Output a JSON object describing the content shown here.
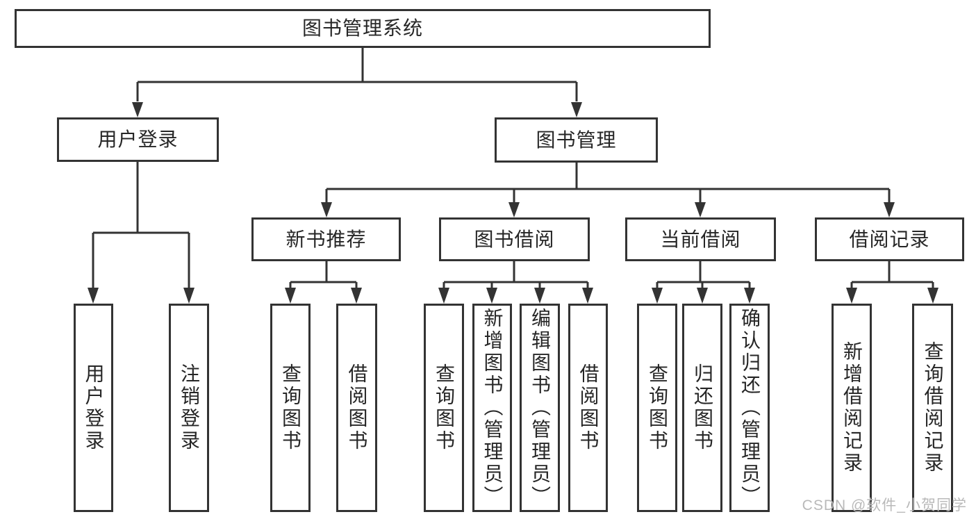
{
  "diagram_title": "图书管理系统",
  "nodes": {
    "root": "图书管理系统",
    "user_login": "用户登录",
    "book_management": "图书管理",
    "new_book_recommend": "新书推荐",
    "book_borrowing": "图书借阅",
    "current_borrowing": "当前借阅",
    "borrowing_records": "借阅记录",
    "leaf_user_login": "用户登录",
    "leaf_logout": "注销登录",
    "leaf_rec_query_books": "查询图书",
    "leaf_rec_borrow_books": "借阅图书",
    "leaf_bor_query_books": "查询图书",
    "leaf_bor_add_books": "新增图书（管理员）",
    "leaf_bor_edit_books": "编辑图书（管理员）",
    "leaf_bor_borrow_books": "借阅图书",
    "leaf_cur_query_books": "查询图书",
    "leaf_cur_return_books": "归还图书",
    "leaf_cur_confirm_return": "确认归还（管理员）",
    "leaf_records_add": "新增借阅记录",
    "leaf_records_query": "查询借阅记录"
  },
  "hierarchy": {
    "图书管理系统": [
      "用户登录",
      "图书管理"
    ],
    "用户登录": [
      "用户登录",
      "注销登录"
    ],
    "图书管理": [
      "新书推荐",
      "图书借阅",
      "当前借阅",
      "借阅记录"
    ],
    "新书推荐": [
      "查询图书",
      "借阅图书"
    ],
    "图书借阅": [
      "查询图书",
      "新增图书（管理员）",
      "编辑图书（管理员）",
      "借阅图书"
    ],
    "当前借阅": [
      "查询图书",
      "归还图书",
      "确认归还（管理员）"
    ],
    "借阅记录": [
      "新增借阅记录",
      "查询借阅记录"
    ]
  },
  "watermark": "CSDN @软件_小贺同学",
  "colors": {
    "line": "#333333",
    "text": "#262626",
    "watermark": "#b9b9b9",
    "background": "#ffffff"
  }
}
